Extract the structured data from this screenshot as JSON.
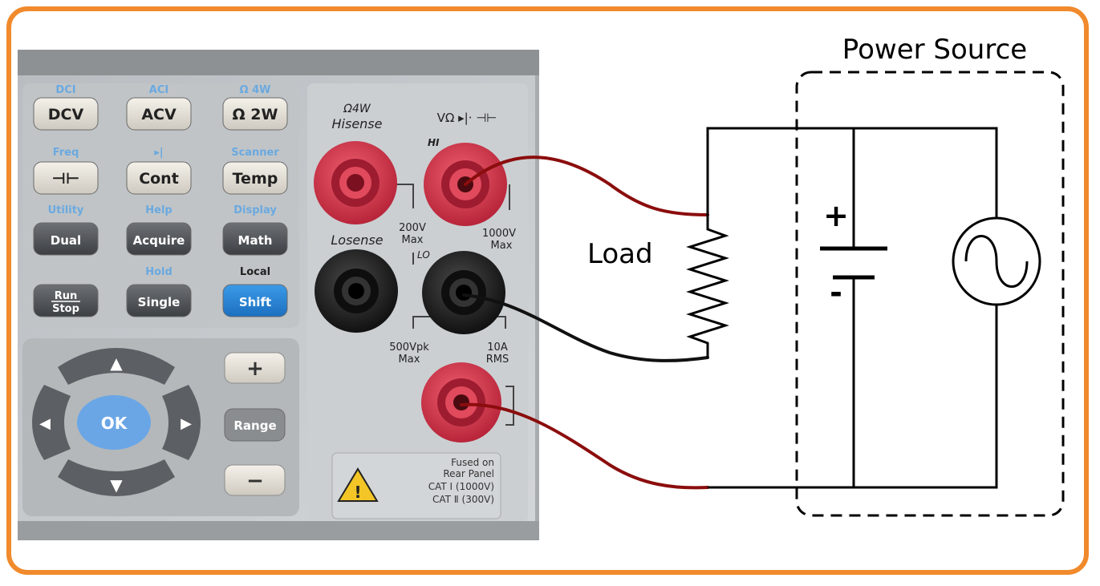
{
  "colors": {
    "border": "#f08a2c",
    "panel": "#c9cdd0",
    "red_jack": "#d8374a",
    "black_jack": "#222222",
    "wire_red": "#8b0d0d",
    "wire_black": "#111111",
    "shift_blue": "#2a86d6",
    "label_blue": "#6aa9e0"
  },
  "multimeter": {
    "buttons": [
      {
        "top": "DCI",
        "label": "DCV"
      },
      {
        "top": "ACI",
        "label": "ACV"
      },
      {
        "top": "Ω 4W",
        "label": "Ω 2W"
      },
      {
        "top": "Freq",
        "label": "⊣⊢"
      },
      {
        "top": "▸|",
        "label": "Cont"
      },
      {
        "top": "Scanner",
        "label": "Temp"
      },
      {
        "top": "Utility",
        "label": "Dual"
      },
      {
        "top": "Help",
        "label": "Acquire"
      },
      {
        "top": "Display",
        "label": "Math"
      },
      {
        "top": "",
        "label_top": "Run",
        "label_bottom": "Stop"
      },
      {
        "top": "Hold",
        "label": "Single"
      },
      {
        "top": "Local",
        "label": "Shift"
      }
    ],
    "nav": {
      "up": "▲",
      "down": "▼",
      "left": "◀",
      "right": "▶",
      "ok": "OK"
    },
    "side": {
      "plus": "+",
      "range": "Range",
      "minus": "−"
    },
    "jack_labels": {
      "hisense_top": "Ω4W",
      "hisense": "Hisense",
      "v_label": "VΩ ▸|· ⊣⊢",
      "hi": "HI",
      "losense": "Losense",
      "lo": "LO",
      "v200": "200V",
      "v200max": "Max",
      "v1000": "1000V",
      "v1000max": "Max",
      "pk500": "500Vpk",
      "pk500max": "Max",
      "a10": "10A",
      "rms": "RMS"
    },
    "warning": {
      "line1": "Fused on",
      "line2": "Rear Panel",
      "line3": "CAT Ⅰ (1000V)",
      "line4": "CAT Ⅱ (300V)"
    }
  },
  "circuit": {
    "load_label": "Load",
    "source_label": "Power Source",
    "plus": "+",
    "minus": "-"
  }
}
